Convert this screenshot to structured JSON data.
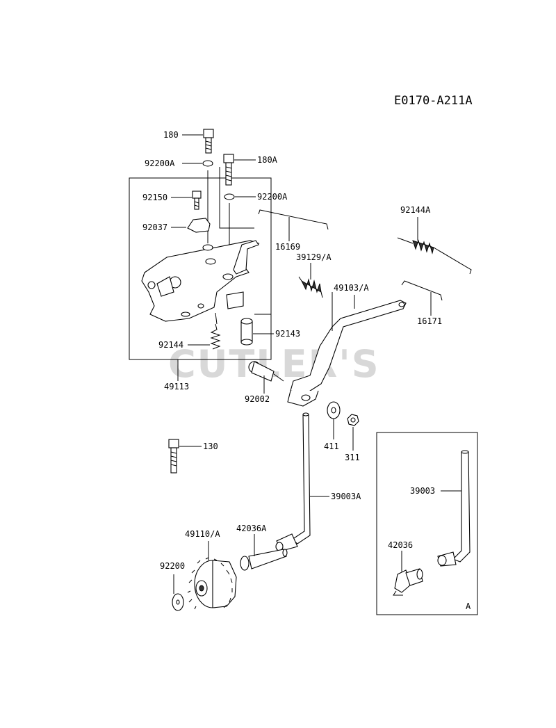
{
  "diagram_code": "E0170-A211A",
  "watermark": "CUTLER'S",
  "inset_tag": "A",
  "labels": {
    "p180": "180",
    "p180A": "180A",
    "p92200A_1": "92200A",
    "p92200A_2": "92200A",
    "p92150": "92150",
    "p92037": "92037",
    "p16169": "16169",
    "p92144A": "92144A",
    "p39129A": "39129/A",
    "p49103A": "49103/A",
    "p16171": "16171",
    "p92143": "92143",
    "p92144": "92144",
    "p49113": "49113",
    "p92002": "92002",
    "p411": "411",
    "p311": "311",
    "p130": "130",
    "p39003A": "39003A",
    "p42036A": "42036A",
    "p49110A": "49110/A",
    "p92200": "92200",
    "p39003": "39003",
    "p42036": "42036"
  }
}
